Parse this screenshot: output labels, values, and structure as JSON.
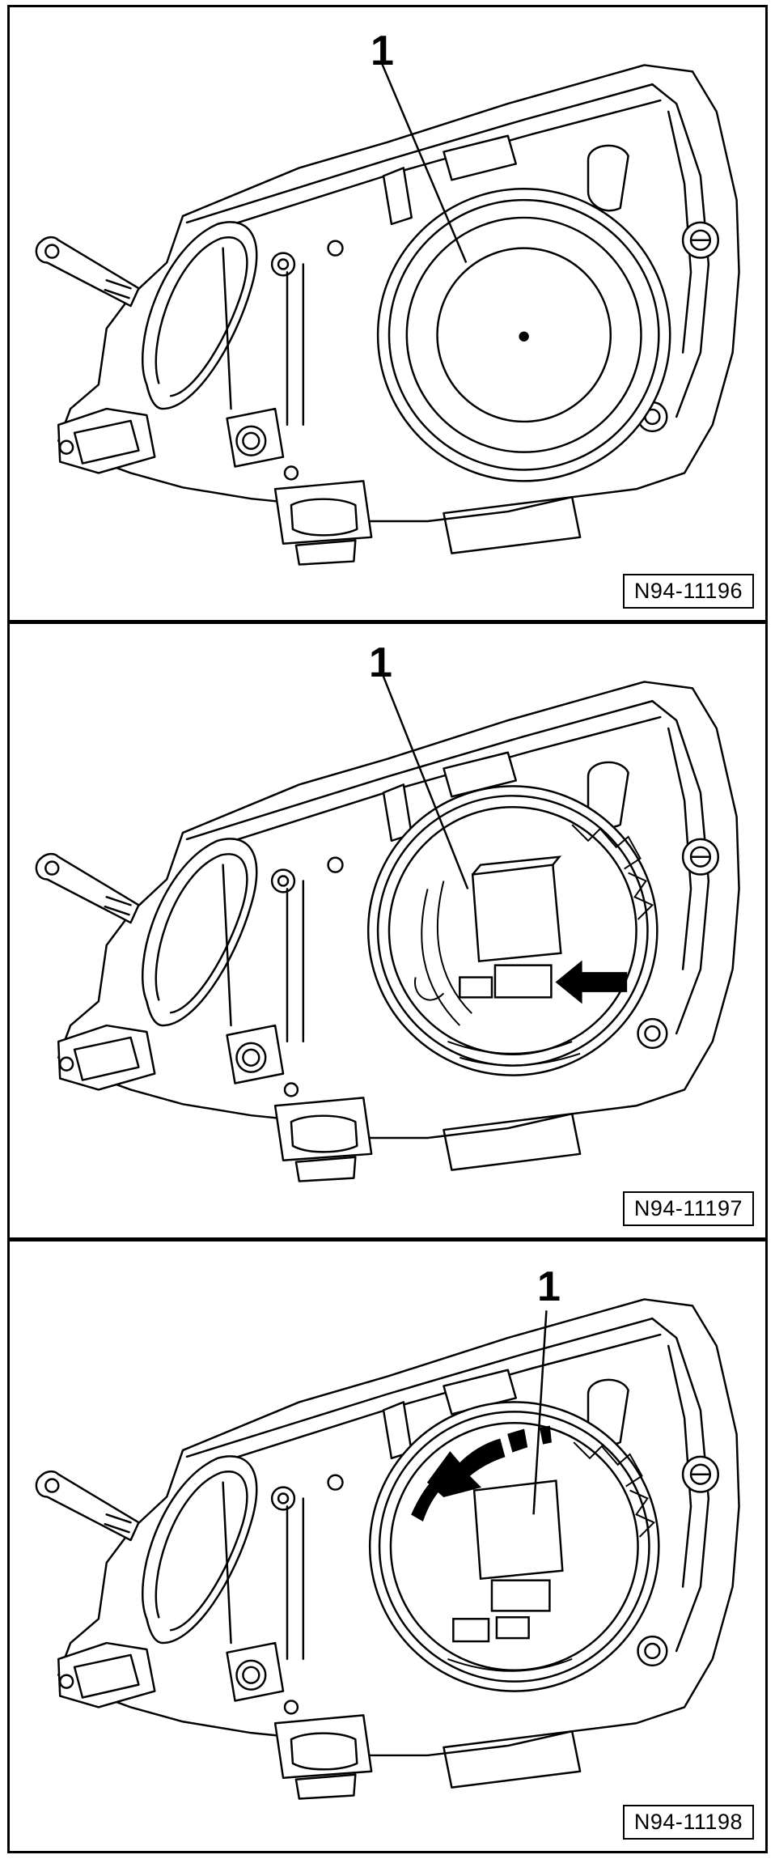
{
  "panels": [
    {
      "callout": "1",
      "figure_id": "N94-11196"
    },
    {
      "callout": "1",
      "figure_id": "N94-11197"
    },
    {
      "callout": "1",
      "figure_id": "N94-11198"
    }
  ],
  "colors": {
    "line": "#000000",
    "background": "#ffffff"
  },
  "icons": {
    "panel_2_arrow": "arrow-left-icon",
    "panel_3_arrow": "curved-arrow-icon"
  }
}
